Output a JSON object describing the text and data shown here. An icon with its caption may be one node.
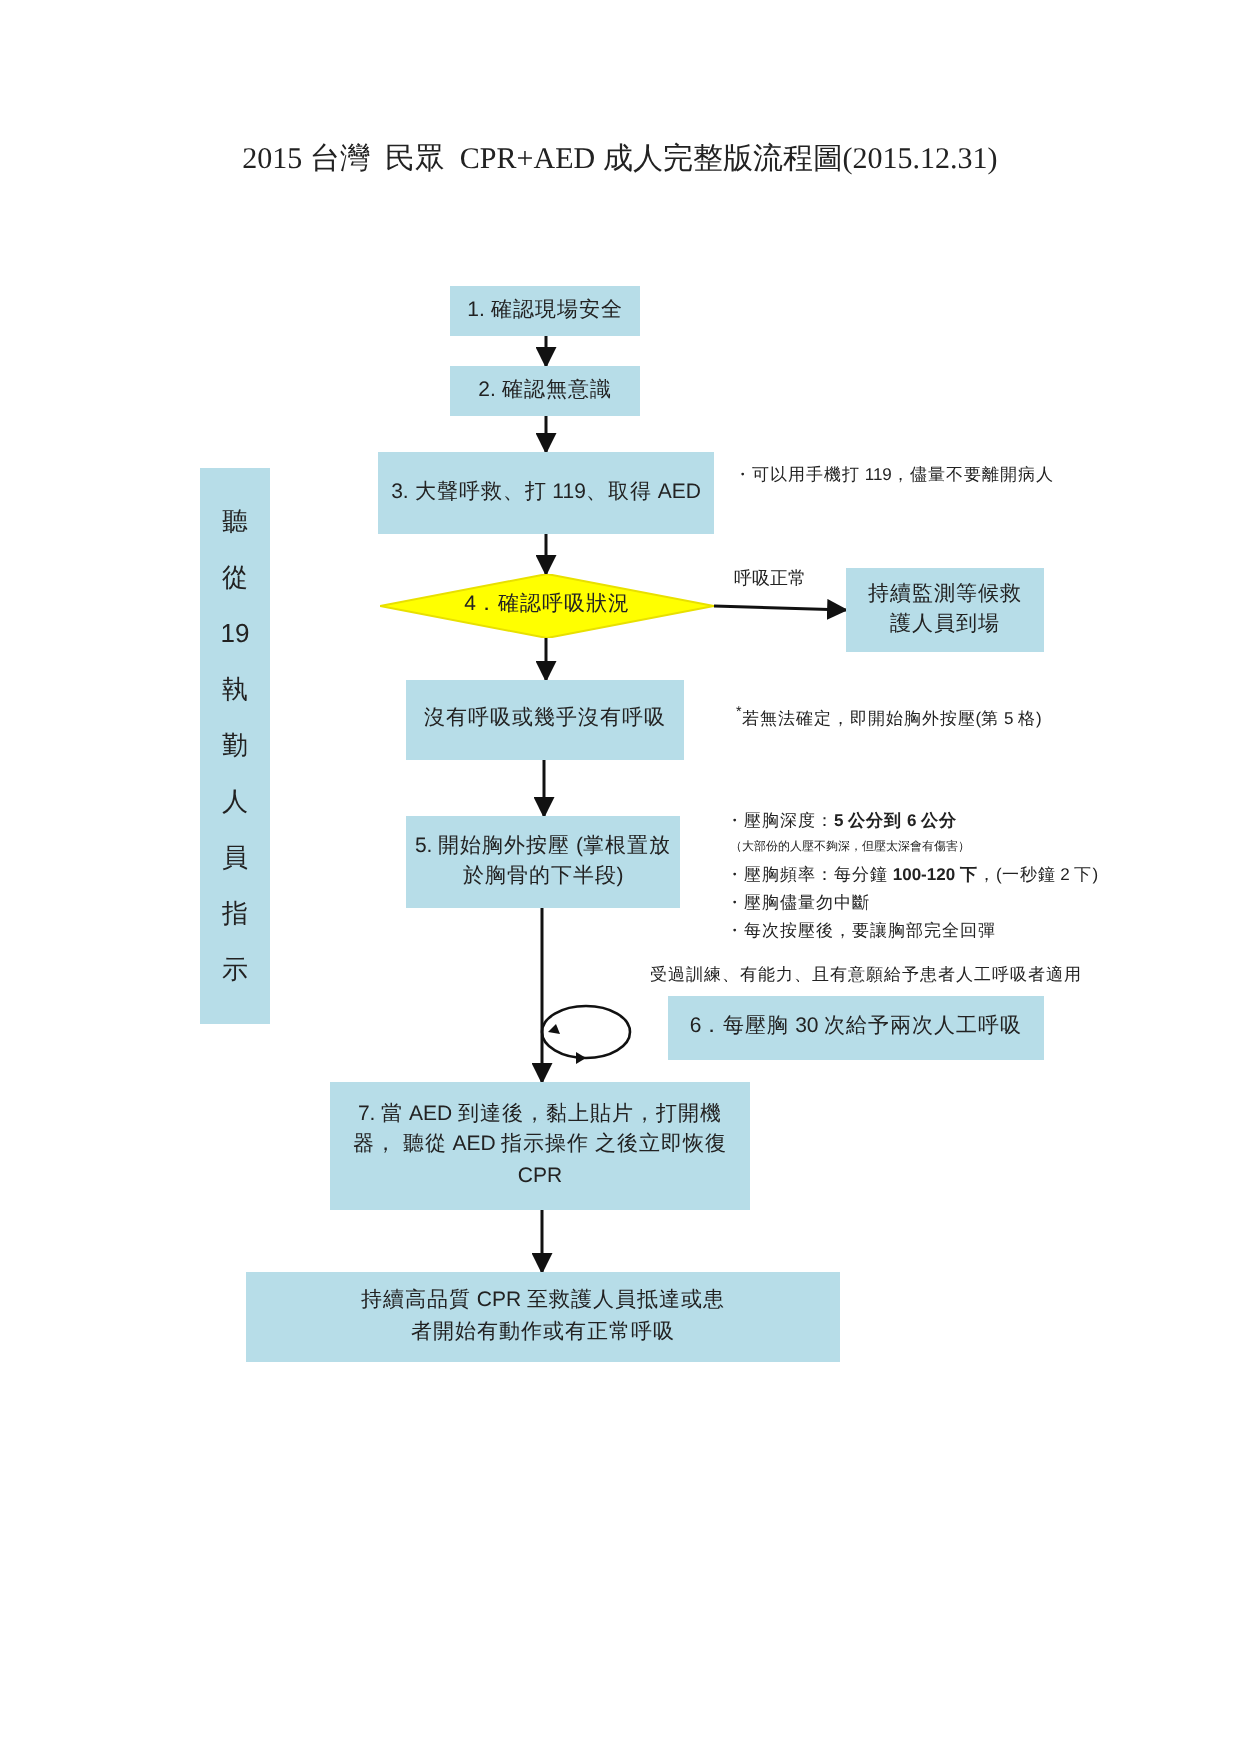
{
  "diagram": {
    "title": "2015 台灣  民眾  CPR+AED 成人完整版流程圖(2015.12.31)",
    "nodes": [
      {
        "text": [
          "1. 確認現場安全"
        ]
      },
      {
        "text": [
          "2. 確認無意識"
        ]
      },
      {
        "text": [
          "3. 大聲呼救、打 119、取得 AED"
        ]
      },
      {
        "text": [
          "4．確認呼吸狀況"
        ]
      },
      {
        "text": [
          "持續監測等候救護人員到場"
        ]
      },
      {
        "text": [
          "沒有呼吸或幾乎沒有呼吸"
        ]
      },
      {
        "text": [
          "5. 開始胸外按壓 (掌根置放於胸骨的下半段)"
        ]
      },
      {
        "text": [
          "6．每壓胸 30 次給予兩次人工呼吸"
        ]
      },
      {
        "text": [
          "7. 當 AED 到達後，黏上貼片，打開機器， 聽從 AED 指示操作 之後立即恢復 CPR"
        ]
      },
      {
        "text": [
          "持續高品質 CPR 至救護人員抵達或患者開始有動作或有正常呼吸"
        ]
      },
      {
        "text": [
          "聽從 19 執勤人員指示"
        ]
      }
    ],
    "edges": [
      {
        "from": 0,
        "to": 1,
        "arrow": "to"
      },
      {
        "from": 1,
        "to": 2,
        "arrow": "to"
      },
      {
        "from": 2,
        "to": 3,
        "arrow": "to"
      },
      {
        "from": 3,
        "to": 4,
        "arrow": "to",
        "label": "呼吸正常"
      },
      {
        "from": 3,
        "to": 5,
        "arrow": "to"
      },
      {
        "from": 5,
        "to": 6,
        "arrow": "to"
      },
      {
        "from": 6,
        "to": 8,
        "arrow": "to"
      },
      {
        "from": 8,
        "to": 9,
        "arrow": "to"
      }
    ],
    "labels": [
      "・可以用手機打 119，儘量不要離開病人",
      "$^{*}$若無法確定，即開始胸外按壓(第 5 格)",
      "・壓胸深度：**5 公分到 6 公分**",
      "（大部份的人壓不夠深，但壓太深會有傷害）",
      "・壓胸頻率：每分鐘 **100-120 下**，(一秒鐘 2 下)",
      "・壓胸儘量勿中斷",
      "・每次按壓後，要讓胸部完全回彈",
      "受過訓練、有能力、且有意願給予患者人工呼吸者適用"
    ]
  }
}
